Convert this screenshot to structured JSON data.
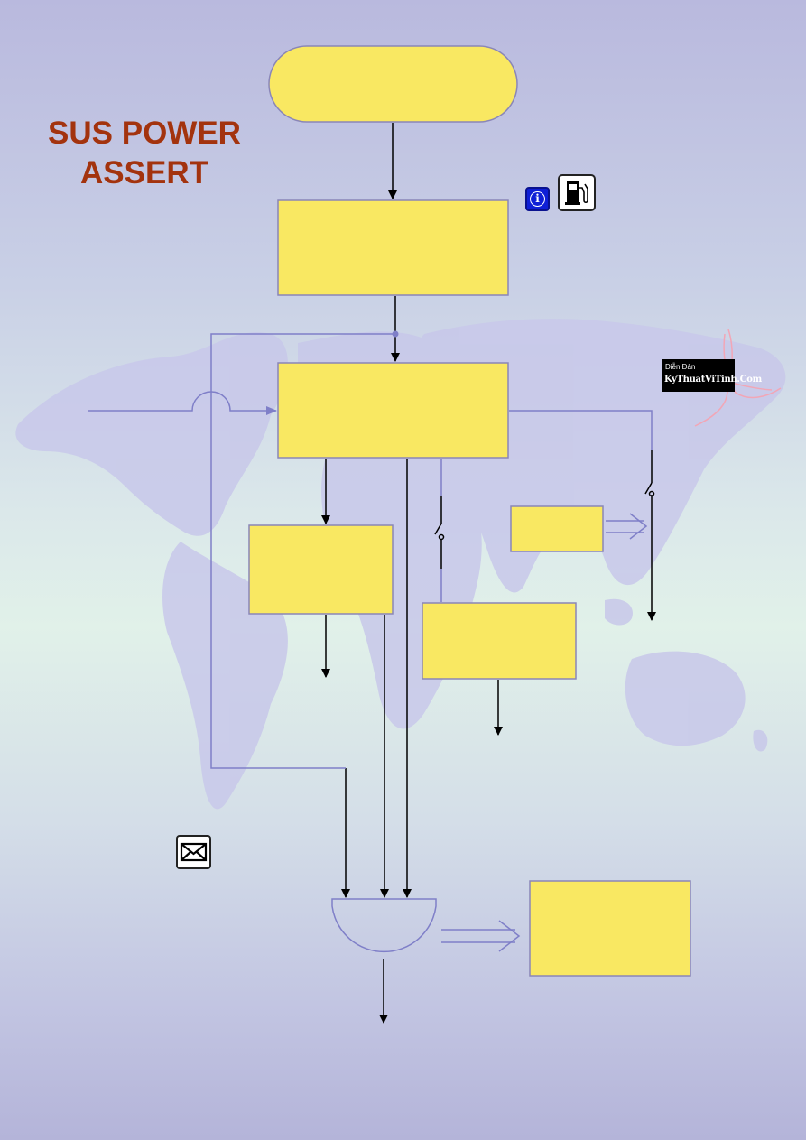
{
  "title": {
    "line1": "SUS POWER",
    "line2": "ASSERT"
  },
  "icons": {
    "info": "info-icon",
    "fuel": "fuel-pump-icon",
    "mail": "mail-envelope-icon"
  },
  "logo": {
    "line1": "Diễn Đàn",
    "line2": "KyThuatViTinh.Com"
  },
  "colors": {
    "box_fill": "#f9e862",
    "box_border": "#8a86b8",
    "title": "#a3330e",
    "flow_line": "#7f7fc8",
    "arrow": "#000000"
  }
}
